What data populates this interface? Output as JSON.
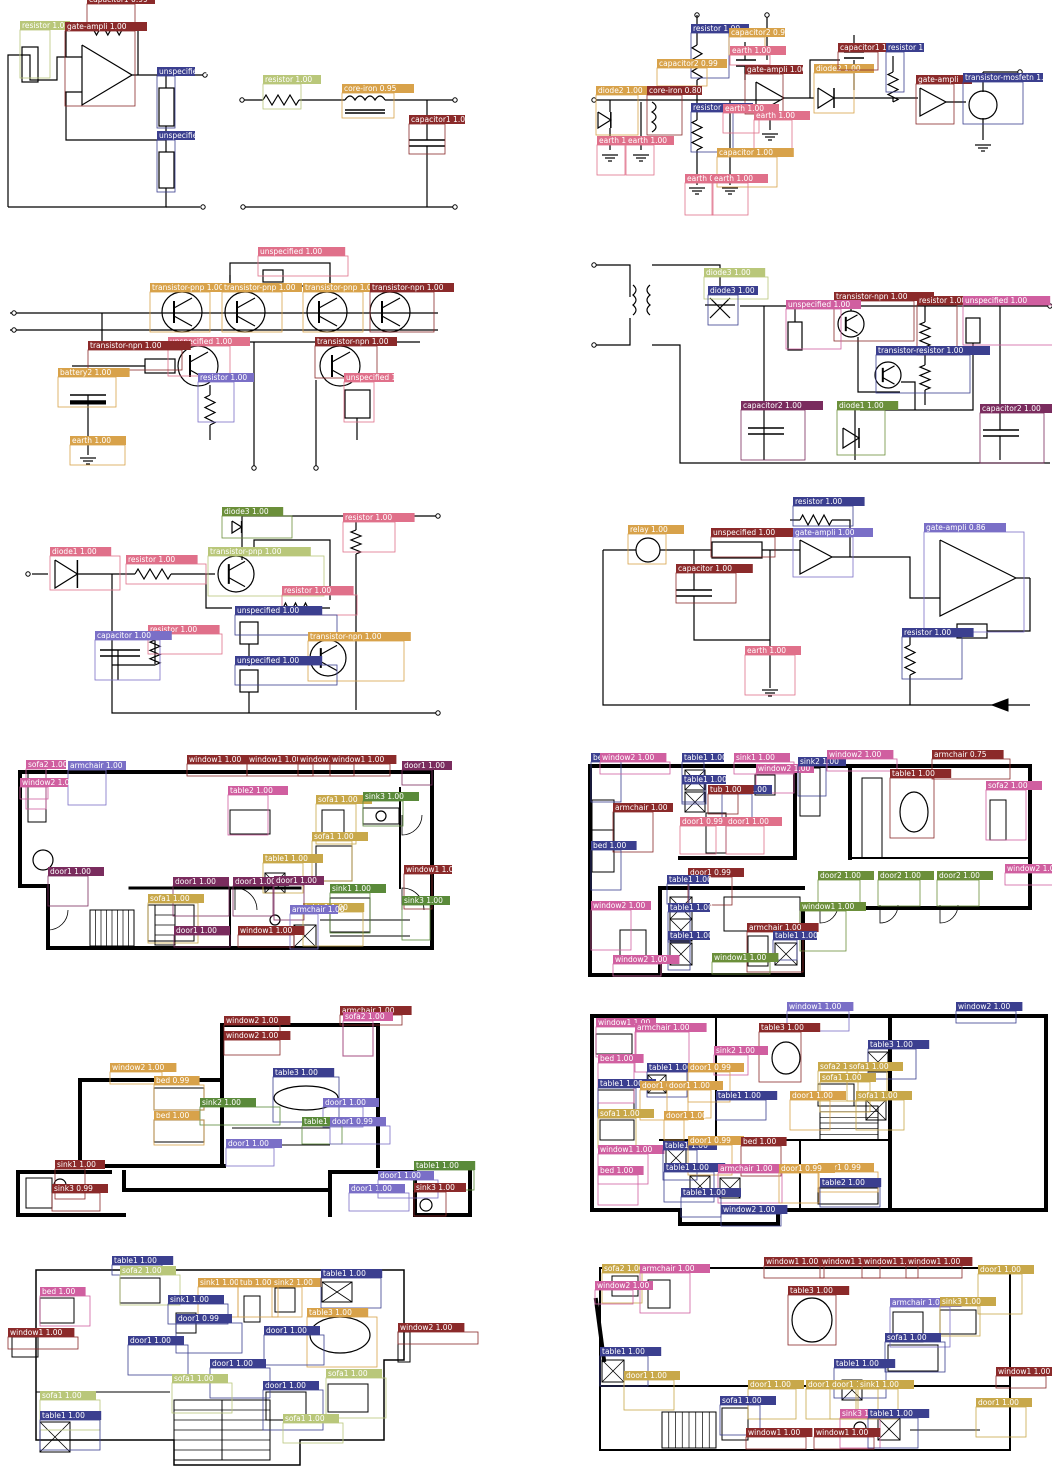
{
  "colors": {
    "resistor": "#b9c77a",
    "capacitor1": "#8b2a2a",
    "capacitor2": "#7a2c5e",
    "gate-ampli": "#8b2a2a",
    "unspecified": "#3b3f8f",
    "core-iron": "#d8a24a",
    "diode": "#c24a4a",
    "earth": "#e0708a",
    "transistor": "#8b2a2a",
    "window": "#8b2a2a",
    "door": "#7a2c5e",
    "table": "#3b3f8f",
    "sofa": "#c8a84a",
    "armchair": "#7a6fc7",
    "sink": "#5a8a3a",
    "bed": "#d8a24a",
    "tub": "#8b2a2a",
    "green": "#6b8f3a",
    "pink": "#d05fa0"
  },
  "panels": [
    {
      "id": "p1",
      "labels": [
        {
          "text": "resistor 1.00",
          "cls": "resistor"
        },
        {
          "text": "capacitor1 0.99",
          "cls": "capacitor1"
        },
        {
          "text": "gate-ampli 1.00",
          "cls": "gate-ampli"
        },
        {
          "text": "unspecified 1.00",
          "cls": "unspecified"
        },
        {
          "text": "unspecified 1.00",
          "cls": "unspecified"
        },
        {
          "text": "resistor 1.00",
          "cls": "resistor"
        },
        {
          "text": "core-iron 0.95",
          "cls": "core-iron"
        },
        {
          "text": "capacitor1 1.00",
          "cls": "capacitor1"
        }
      ]
    },
    {
      "id": "p2",
      "labels": [
        {
          "text": "resistor 1.00",
          "cls": "unspecified"
        },
        {
          "text": "capacitor2 0.99",
          "cls": "core-iron"
        },
        {
          "text": "earth 1.00",
          "cls": "earth"
        },
        {
          "text": "capacitor2 0.99",
          "cls": "core-iron"
        },
        {
          "text": "gate-ampli 1.00",
          "cls": "gate-ampli"
        },
        {
          "text": "diode2 1.00",
          "cls": "core-iron"
        },
        {
          "text": "capacitor1 1",
          "cls": "capacitor1"
        },
        {
          "text": "resistor 1.00",
          "cls": "unspecified"
        },
        {
          "text": "gate-ampli",
          "cls": "gate-ampli"
        },
        {
          "text": "transistor-mosfetn 1.00",
          "cls": "unspecified"
        },
        {
          "text": "diode2 1.00",
          "cls": "core-iron"
        },
        {
          "text": "core-iron 0.80",
          "cls": "capacitor1"
        },
        {
          "text": "resistor 1.00",
          "cls": "unspecified"
        },
        {
          "text": "earth 1.00",
          "cls": "earth"
        },
        {
          "text": "earth 1.00",
          "cls": "earth"
        },
        {
          "text": "earth 1.00",
          "cls": "earth"
        },
        {
          "text": "earth 1.00",
          "cls": "earth"
        },
        {
          "text": "capacitor 1.00",
          "cls": "core-iron"
        },
        {
          "text": "earth 0.97",
          "cls": "earth"
        },
        {
          "text": "earth 1.00",
          "cls": "earth"
        }
      ]
    },
    {
      "id": "p3",
      "labels": [
        {
          "text": "unspecified 1.00",
          "cls": "earth"
        },
        {
          "text": "transistor-pnp 1.00",
          "cls": "core-iron"
        },
        {
          "text": "transistor-pnp 1.00",
          "cls": "core-iron"
        },
        {
          "text": "transistor-pnp 1.00",
          "cls": "core-iron"
        },
        {
          "text": "transistor-npn 1.00",
          "cls": "capacitor1"
        },
        {
          "text": "unspecified 1.00",
          "cls": "earth"
        },
        {
          "text": "transistor-npn 1.00",
          "cls": "capacitor1"
        },
        {
          "text": "transistor-npn 1.00",
          "cls": "capacitor1"
        },
        {
          "text": "battery2 1.00",
          "cls": "core-iron"
        },
        {
          "text": "resistor 1.00",
          "cls": "armchair"
        },
        {
          "text": "unspecified 1.00",
          "cls": "earth"
        },
        {
          "text": "earth 1.00",
          "cls": "core-iron"
        }
      ]
    },
    {
      "id": "p4",
      "labels": [
        {
          "text": "diode3 1.00",
          "cls": "resistor"
        },
        {
          "text": "diode3 1.00",
          "cls": "unspecified"
        },
        {
          "text": "transistor-npn 1.00",
          "cls": "capacitor1"
        },
        {
          "text": "unspecified 1.00",
          "cls": "pink"
        },
        {
          "text": "resistor 1.00",
          "cls": "capacitor1"
        },
        {
          "text": "unspecified 1.00",
          "cls": "pink"
        },
        {
          "text": "transistor-resistor 1.00",
          "cls": "unspecified"
        },
        {
          "text": "capacitor2 1.00",
          "cls": "capacitor2"
        },
        {
          "text": "diode1 1.00",
          "cls": "green"
        },
        {
          "text": "capacitor2 1.00",
          "cls": "capacitor2"
        }
      ]
    },
    {
      "id": "p5",
      "labels": [
        {
          "text": "diode3 1.00",
          "cls": "green"
        },
        {
          "text": "resistor 1.00",
          "cls": "earth"
        },
        {
          "text": "diode1 1.00",
          "cls": "earth"
        },
        {
          "text": "resistor 1.00",
          "cls": "earth"
        },
        {
          "text": "transistor-pnp 1.00",
          "cls": "resistor"
        },
        {
          "text": "resistor 1.00",
          "cls": "earth"
        },
        {
          "text": "unspecified 1.00",
          "cls": "unspecified"
        },
        {
          "text": "resistor 1.00",
          "cls": "earth"
        },
        {
          "text": "capacitor 1.00",
          "cls": "armchair"
        },
        {
          "text": "transistor-npn 1.00",
          "cls": "core-iron"
        },
        {
          "text": "unspecified 1.00",
          "cls": "unspecified"
        }
      ]
    },
    {
      "id": "p6",
      "labels": [
        {
          "text": "resistor 1.00",
          "cls": "unspecified"
        },
        {
          "text": "relay 1.00",
          "cls": "core-iron"
        },
        {
          "text": "unspecified 1.00",
          "cls": "capacitor1"
        },
        {
          "text": "gate-ampli 1.00",
          "cls": "armchair"
        },
        {
          "text": "gate-ampli 0.86",
          "cls": "armchair"
        },
        {
          "text": "capacitor 1.00",
          "cls": "capacitor1"
        },
        {
          "text": "resistor 1.00",
          "cls": "unspecified"
        },
        {
          "text": "earth 1.00",
          "cls": "earth"
        }
      ]
    },
    {
      "id": "p7",
      "labels": [
        {
          "text": "window1 1.00",
          "cls": "window"
        },
        {
          "text": "window1 1.00",
          "cls": "window"
        },
        {
          "text": "window1 1.00",
          "cls": "window"
        },
        {
          "text": "window1 1.00",
          "cls": "window"
        },
        {
          "text": "sofa2 1.00",
          "cls": "pink"
        },
        {
          "text": "armchair 1.00",
          "cls": "armchair"
        },
        {
          "text": "window2 1.00",
          "cls": "pink"
        },
        {
          "text": "door1 1.00",
          "cls": "door"
        },
        {
          "text": "table2 1.00",
          "cls": "pink"
        },
        {
          "text": "sofa1 1.00",
          "cls": "sofa"
        },
        {
          "text": "sink3 1.00",
          "cls": "sink"
        },
        {
          "text": "sofa1 1.00",
          "cls": "sofa"
        },
        {
          "text": "table1 1.00",
          "cls": "sofa"
        },
        {
          "text": "table1 1.00",
          "cls": "sofa"
        },
        {
          "text": "door1 1.00",
          "cls": "door"
        },
        {
          "text": "window1 1.00",
          "cls": "window"
        },
        {
          "text": "door1 1.00",
          "cls": "door"
        },
        {
          "text": "door1 1.00",
          "cls": "door"
        },
        {
          "text": "door1 1.00",
          "cls": "door"
        },
        {
          "text": "sink1 1.00",
          "cls": "sink"
        },
        {
          "text": "sofa1 1.00",
          "cls": "sofa"
        },
        {
          "text": "armchair 1.00",
          "cls": "armchair"
        },
        {
          "text": "sink3 1.00",
          "cls": "sink"
        },
        {
          "text": "door1 1.00",
          "cls": "door"
        },
        {
          "text": "window1 1.00",
          "cls": "window"
        },
        {
          "text": "window1 1.00",
          "cls": "window"
        }
      ]
    },
    {
      "id": "p8",
      "labels": [
        {
          "text": "bed 1.00",
          "cls": "unspecified"
        },
        {
          "text": "window2 1.00",
          "cls": "pink"
        },
        {
          "text": "table1 1.00",
          "cls": "unspecified"
        },
        {
          "text": "sink1 1.00",
          "cls": "pink"
        },
        {
          "text": "window2 1.00",
          "cls": "pink"
        },
        {
          "text": "sink2 1.00",
          "cls": "unspecified"
        },
        {
          "text": "window2 1.00",
          "cls": "pink"
        },
        {
          "text": "armchair 0.75",
          "cls": "capacitor1"
        },
        {
          "text": "table1 1.00",
          "cls": "unspecified"
        },
        {
          "text": "table1 1.00",
          "cls": "unspecified"
        },
        {
          "text": "tub 1.00",
          "cls": "capacitor1"
        },
        {
          "text": "table1 1.00",
          "cls": "capacitor1"
        },
        {
          "text": "sofa2 1.00",
          "cls": "pink"
        },
        {
          "text": "armchair 1.00",
          "cls": "capacitor1"
        },
        {
          "text": "door1 0.99",
          "cls": "earth"
        },
        {
          "text": "door1 1.00",
          "cls": "earth"
        },
        {
          "text": "bed 1.00",
          "cls": "unspecified"
        },
        {
          "text": "door1 0.99",
          "cls": "capacitor1"
        },
        {
          "text": "table1 1.00",
          "cls": "unspecified"
        },
        {
          "text": "door2 1.00",
          "cls": "green"
        },
        {
          "text": "door2 1.00",
          "cls": "green"
        },
        {
          "text": "door2 1.00",
          "cls": "green"
        },
        {
          "text": "window2 1.00",
          "cls": "pink"
        },
        {
          "text": "window2 1.00",
          "cls": "pink"
        },
        {
          "text": "table1 1.00",
          "cls": "unspecified"
        },
        {
          "text": "window1 1.00",
          "cls": "green"
        },
        {
          "text": "table1 1.00",
          "cls": "unspecified"
        },
        {
          "text": "armchair 1.00",
          "cls": "capacitor1"
        },
        {
          "text": "table1 1.00",
          "cls": "unspecified"
        },
        {
          "text": "window1 1.00",
          "cls": "green"
        },
        {
          "text": "window2 1.00",
          "cls": "pink"
        }
      ]
    },
    {
      "id": "p9",
      "labels": [
        {
          "text": "armchair 1.00",
          "cls": "capacitor1"
        },
        {
          "text": "sofa2 1.00",
          "cls": "pink"
        },
        {
          "text": "window2 1.00",
          "cls": "capacitor1"
        },
        {
          "text": "window2 1.00",
          "cls": "capacitor1"
        },
        {
          "text": "window2 1.00",
          "cls": "core-iron"
        },
        {
          "text": "table3 1.00",
          "cls": "unspecified"
        },
        {
          "text": "bed 0.99",
          "cls": "core-iron"
        },
        {
          "text": "sink2 1.00",
          "cls": "sink"
        },
        {
          "text": "door1 1.00",
          "cls": "armchair"
        },
        {
          "text": "bed 1.00",
          "cls": "core-iron"
        },
        {
          "text": "table1 1.00",
          "cls": "sink"
        },
        {
          "text": "door1 0.99",
          "cls": "armchair"
        },
        {
          "text": "door1 1.00",
          "cls": "armchair"
        },
        {
          "text": "sink1 1.00",
          "cls": "capacitor1"
        },
        {
          "text": "table1 1.00",
          "cls": "sink"
        },
        {
          "text": "sink3 0.99",
          "cls": "capacitor1"
        },
        {
          "text": "door1 1.00",
          "cls": "armchair"
        },
        {
          "text": "door1 1.00",
          "cls": "armchair"
        },
        {
          "text": "sink3 1.00",
          "cls": "capacitor1"
        }
      ]
    },
    {
      "id": "p10",
      "labels": [
        {
          "text": "window1 1.00",
          "cls": "armchair"
        },
        {
          "text": "window2 1.00",
          "cls": "unspecified"
        },
        {
          "text": "window1 1.00",
          "cls": "pink"
        },
        {
          "text": "armchair 1.00",
          "cls": "pink"
        },
        {
          "text": "table3 1.00",
          "cls": "capacitor1"
        },
        {
          "text": "sink2 1.00",
          "cls": "pink"
        },
        {
          "text": "table3 1.00",
          "cls": "unspecified"
        },
        {
          "text": "bed 1.00",
          "cls": "pink"
        },
        {
          "text": "table1 1.00",
          "cls": "unspecified"
        },
        {
          "text": "door1 0.99",
          "cls": "core-iron"
        },
        {
          "text": "sofa2 1.00",
          "cls": "sofa"
        },
        {
          "text": "sofa1 1.00",
          "cls": "sofa"
        },
        {
          "text": "sofa1 1.00",
          "cls": "sofa"
        },
        {
          "text": "sofa1 1.00",
          "cls": "sofa"
        },
        {
          "text": "table1 1.00",
          "cls": "unspecified"
        },
        {
          "text": "door1 0.99",
          "cls": "core-iron"
        },
        {
          "text": "door1 1.00",
          "cls": "core-iron"
        },
        {
          "text": "table1 1.00",
          "cls": "unspecified"
        },
        {
          "text": "sofa1 1.00",
          "cls": "sofa"
        },
        {
          "text": "door1 1.00",
          "cls": "core-iron"
        },
        {
          "text": "door1 1.00",
          "cls": "core-iron"
        },
        {
          "text": "window1 1.00",
          "cls": "pink"
        },
        {
          "text": "table1 1.00",
          "cls": "unspecified"
        },
        {
          "text": "door1 0.99",
          "cls": "core-iron"
        },
        {
          "text": "bed 1.00",
          "cls": "capacitor1"
        },
        {
          "text": "door1 0.99",
          "cls": "core-iron"
        },
        {
          "text": "table1 1.00",
          "cls": "unspecified"
        },
        {
          "text": "bed 1.00",
          "cls": "pink"
        },
        {
          "text": "armchair 1.00",
          "cls": "pink"
        },
        {
          "text": "table1 1.00",
          "cls": "unspecified"
        },
        {
          "text": "window2 1.00",
          "cls": "unspecified"
        },
        {
          "text": "door1 0.99",
          "cls": "core-iron"
        },
        {
          "text": "table2 1.00",
          "cls": "unspecified"
        }
      ]
    },
    {
      "id": "p11",
      "labels": [
        {
          "text": "table1 1.00",
          "cls": "unspecified"
        },
        {
          "text": "sofa2 1.00",
          "cls": "resistor"
        },
        {
          "text": "bed 1.00",
          "cls": "pink"
        },
        {
          "text": "sink1 1.00",
          "cls": "core-iron"
        },
        {
          "text": "tub 1.00",
          "cls": "core-iron"
        },
        {
          "text": "sink2 1.00",
          "cls": "core-iron"
        },
        {
          "text": "table1 1.00",
          "cls": "unspecified"
        },
        {
          "text": "sink1 1.00",
          "cls": "unspecified"
        },
        {
          "text": "table3 1.00",
          "cls": "core-iron"
        },
        {
          "text": "door1 0.99",
          "cls": "unspecified"
        },
        {
          "text": "window1 1.00",
          "cls": "capacitor1"
        },
        {
          "text": "door1 1.00",
          "cls": "unspecified"
        },
        {
          "text": "window2 1.00",
          "cls": "capacitor1"
        },
        {
          "text": "door1 1.00",
          "cls": "unspecified"
        },
        {
          "text": "door1 1.00",
          "cls": "unspecified"
        },
        {
          "text": "door1 1.00",
          "cls": "unspecified"
        },
        {
          "text": "sofa1 1.00",
          "cls": "resistor"
        },
        {
          "text": "sofa1 1.00",
          "cls": "resistor"
        },
        {
          "text": "sofa1 1.00",
          "cls": "resistor"
        },
        {
          "text": "table1 1.00",
          "cls": "unspecified"
        },
        {
          "text": "sofa1 1.00",
          "cls": "resistor"
        }
      ]
    },
    {
      "id": "p12",
      "labels": [
        {
          "text": "window1 1.00",
          "cls": "capacitor1"
        },
        {
          "text": "window1 1.00",
          "cls": "capacitor1"
        },
        {
          "text": "window1 1.00",
          "cls": "capacitor1"
        },
        {
          "text": "window1 1.00",
          "cls": "capacitor1"
        },
        {
          "text": "sofa2 1.00",
          "cls": "sofa"
        },
        {
          "text": "armchair 1.00",
          "cls": "pink"
        },
        {
          "text": "door1 1.00",
          "cls": "sofa"
        },
        {
          "text": "window2 1.00",
          "cls": "pink"
        },
        {
          "text": "table3 1.00",
          "cls": "capacitor1"
        },
        {
          "text": "armchair 1.00",
          "cls": "armchair"
        },
        {
          "text": "sink3 1.00",
          "cls": "sofa"
        },
        {
          "text": "sofa1 1.00",
          "cls": "unspecified"
        },
        {
          "text": "table1 1.00",
          "cls": "unspecified"
        },
        {
          "text": "table1 1.00",
          "cls": "unspecified"
        },
        {
          "text": "door1 1.00",
          "cls": "sofa"
        },
        {
          "text": "window1 1.00",
          "cls": "capacitor1"
        },
        {
          "text": "door1 1.00",
          "cls": "sofa"
        },
        {
          "text": "door1 1.00",
          "cls": "sofa"
        },
        {
          "text": "door1 1.00",
          "cls": "sofa"
        },
        {
          "text": "sink1 1.00",
          "cls": "sofa"
        },
        {
          "text": "sofa1 1.00",
          "cls": "unspecified"
        },
        {
          "text": "sink3 1.00",
          "cls": "pink"
        },
        {
          "text": "table1 1.00",
          "cls": "unspecified"
        },
        {
          "text": "door1 1.00",
          "cls": "sofa"
        },
        {
          "text": "window1 1.00",
          "cls": "capacitor1"
        },
        {
          "text": "window1 1.00",
          "cls": "capacitor1"
        }
      ]
    }
  ]
}
